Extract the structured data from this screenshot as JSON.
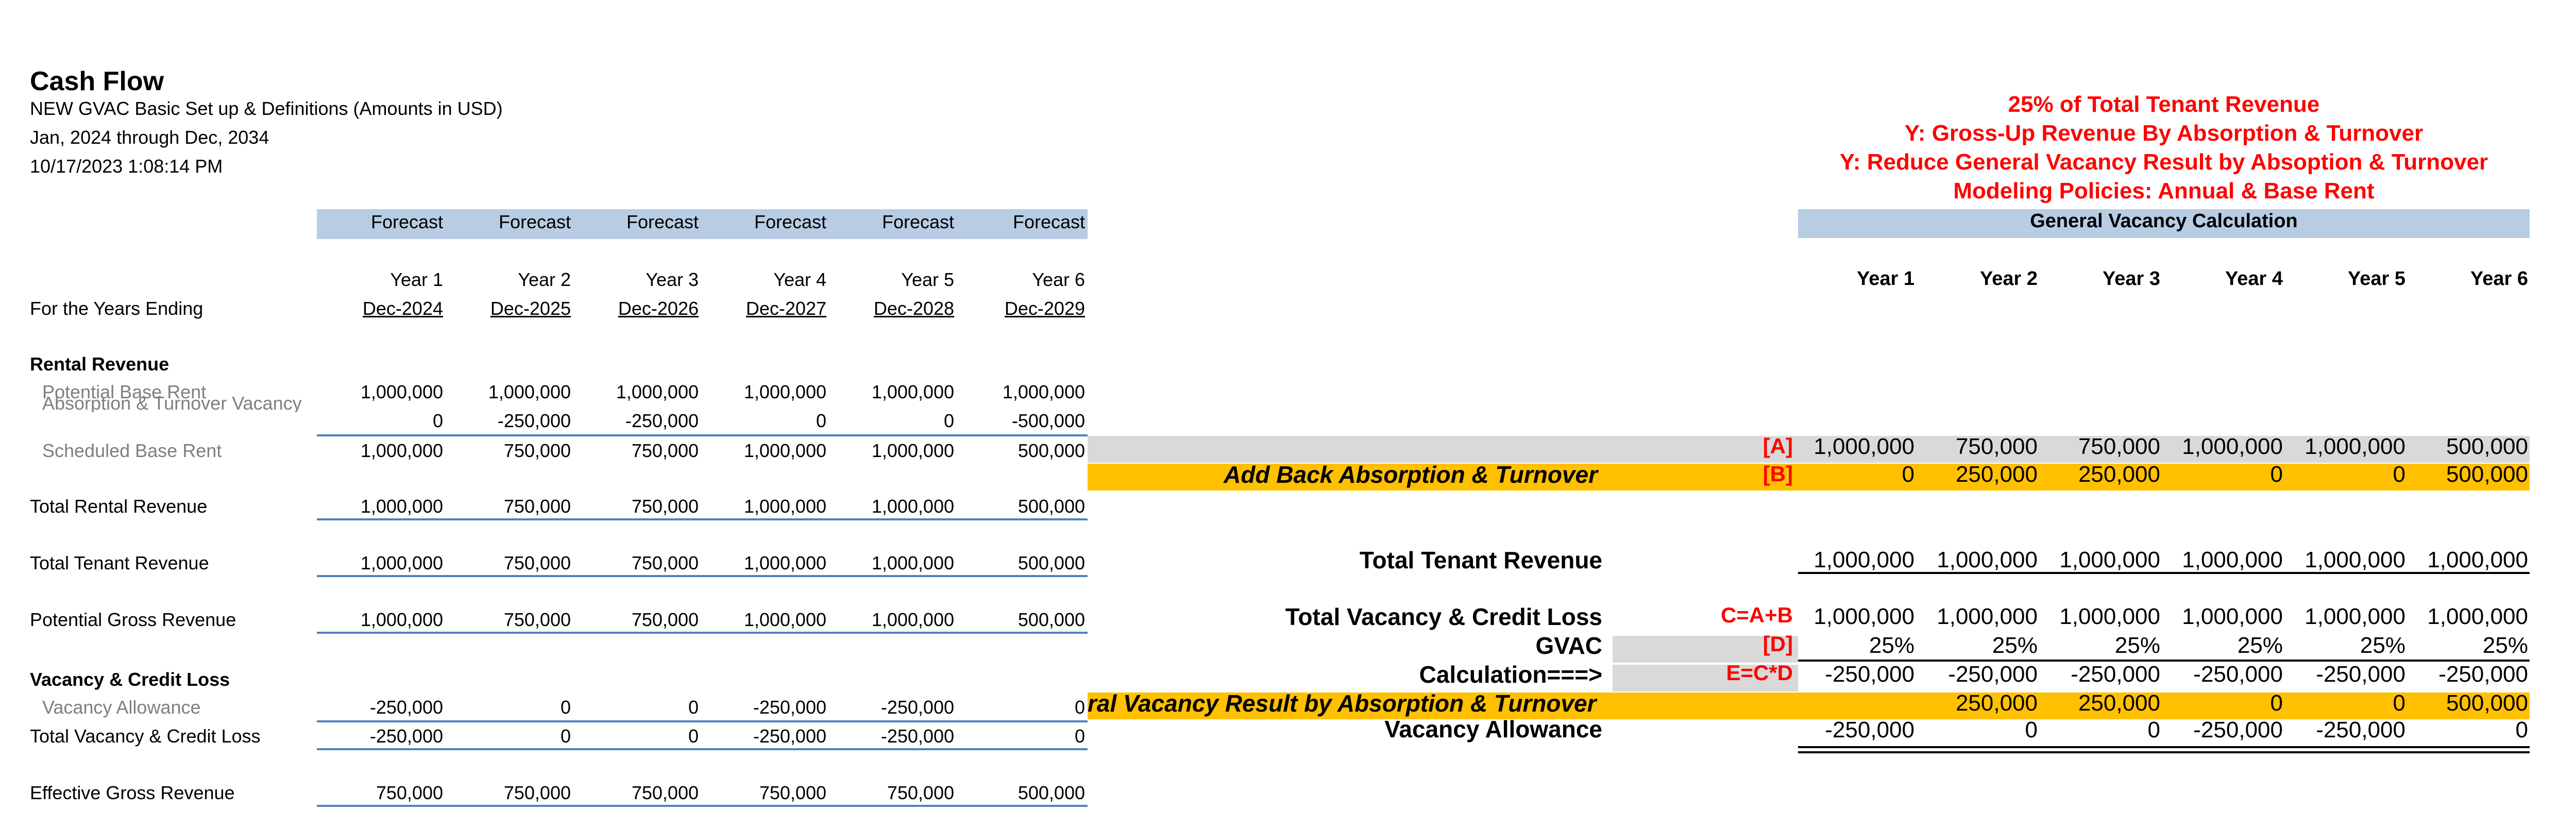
{
  "report": {
    "title": "Cash Flow",
    "subtitle": "NEW GVAC Basic Set up & Definitions (Amounts in USD)",
    "period": "Jan, 2024 through Dec, 2034",
    "timestamp": "10/17/2023 1:08:14 PM"
  },
  "columns": {
    "forecast_label": "Forecast",
    "years": [
      "Year 1",
      "Year 2",
      "Year 3",
      "Year 4",
      "Year 5",
      "Year 6"
    ],
    "dates": [
      "Dec-2024",
      "Dec-2025",
      "Dec-2026",
      "Dec-2027",
      "Dec-2028",
      "Dec-2029"
    ],
    "years_ending_label": "For the Years Ending"
  },
  "rental_revenue": {
    "heading": "Rental Revenue",
    "rows": [
      {
        "label": "Potential Base Rent",
        "values": [
          "1,000,000",
          "1,000,000",
          "1,000,000",
          "1,000,000",
          "1,000,000",
          "1,000,000"
        ]
      },
      {
        "label": "Absorption & Turnover Vacancy",
        "values": [
          "0",
          "-250,000",
          "-250,000",
          "0",
          "0",
          "-500,000"
        ]
      },
      {
        "label": "Scheduled Base Rent",
        "values": [
          "1,000,000",
          "750,000",
          "750,000",
          "1,000,000",
          "1,000,000",
          "500,000"
        ]
      }
    ]
  },
  "totals": [
    {
      "label": "Total Rental Revenue",
      "values": [
        "1,000,000",
        "750,000",
        "750,000",
        "1,000,000",
        "1,000,000",
        "500,000"
      ]
    },
    {
      "label": "Total Tenant Revenue",
      "values": [
        "1,000,000",
        "750,000",
        "750,000",
        "1,000,000",
        "1,000,000",
        "500,000"
      ]
    },
    {
      "label": "Potential Gross Revenue",
      "values": [
        "1,000,000",
        "750,000",
        "750,000",
        "1,000,000",
        "1,000,000",
        "500,000"
      ]
    }
  ],
  "vacancy": {
    "heading": "Vacancy & Credit Loss",
    "rows": [
      {
        "label": "Vacancy Allowance",
        "values": [
          "-250,000",
          "0",
          "0",
          "-250,000",
          "-250,000",
          "0"
        ]
      },
      {
        "label": "Total Vacancy & Credit Loss",
        "values": [
          "-250,000",
          "0",
          "0",
          "-250,000",
          "-250,000",
          "0"
        ]
      }
    ]
  },
  "egr": {
    "label": "Effective Gross Revenue",
    "values": [
      "750,000",
      "750,000",
      "750,000",
      "750,000",
      "750,000",
      "500,000"
    ]
  },
  "gv": {
    "notes": [
      "25% of Total Tenant Revenue",
      "Y:  Gross-Up Revenue By Absorption & Turnover",
      "Y:  Reduce General Vacancy Result by Absoption & Turnover",
      "Modeling Policies:  Annual & Base Rent"
    ],
    "title": "General Vacancy Calculation",
    "years": [
      "Year 1",
      "Year 2",
      "Year 3",
      "Year 4",
      "Year 5",
      "Year 6"
    ],
    "rowA": {
      "code": "[A]",
      "values": [
        "1,000,000",
        "750,000",
        "750,000",
        "1,000,000",
        "1,000,000",
        "500,000"
      ]
    },
    "rowB": {
      "label": "Add Back Absorption & Turnover",
      "code": "[B]",
      "values": [
        "0",
        "250,000",
        "250,000",
        "0",
        "0",
        "500,000"
      ]
    },
    "ttr": {
      "label": "Total Tenant Revenue",
      "values": [
        "1,000,000",
        "1,000,000",
        "1,000,000",
        "1,000,000",
        "1,000,000",
        "1,000,000"
      ]
    },
    "rowC": {
      "label": "Total Vacancy & Credit Loss",
      "code": "C=A+B",
      "values": [
        "1,000,000",
        "1,000,000",
        "1,000,000",
        "1,000,000",
        "1,000,000",
        "1,000,000"
      ]
    },
    "rowD": {
      "label": "GVAC",
      "code": "[D]",
      "values": [
        "25%",
        "25%",
        "25%",
        "25%",
        "25%",
        "25%"
      ]
    },
    "rowE": {
      "label": "Calculation===>",
      "code": "E=C*D",
      "values": [
        "-250,000",
        "-250,000",
        "-250,000",
        "-250,000",
        "-250,000",
        "-250,000"
      ]
    },
    "rowF": {
      "label": "ral Vacancy Result by Absorption & Turnover",
      "values": [
        "",
        "250,000",
        "250,000",
        "0",
        "0",
        "500,000"
      ]
    },
    "rowG": {
      "label": "Vacancy Allowance",
      "values": [
        "-250,000",
        "0",
        "0",
        "-250,000",
        "-250,000",
        "0"
      ]
    }
  }
}
